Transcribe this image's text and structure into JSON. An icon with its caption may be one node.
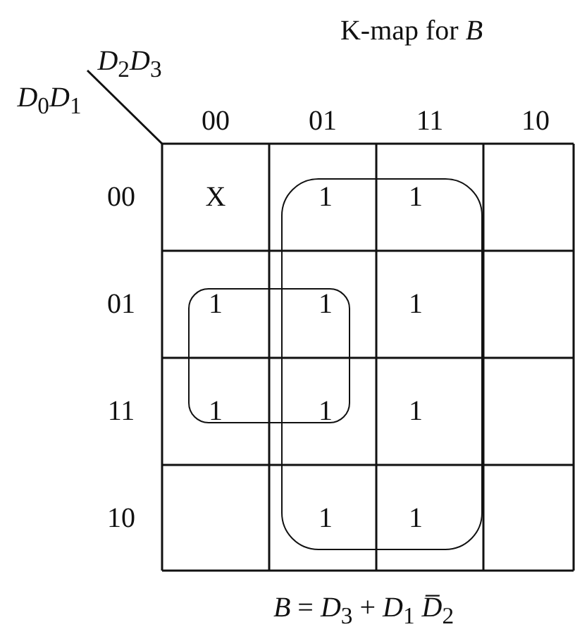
{
  "diagram": {
    "title": "K-map for *B*",
    "caption": "*B* = *D*$_{3}$ + *D*$_{1}$ *D̅*$_{2}$",
    "labels": [
      "*D*$_{2}$*D*$_{3}$",
      "*D*$_{0}$*D*$_{1}$",
      "00",
      "01",
      "11",
      "10",
      "00",
      "X",
      "1",
      "1",
      "01",
      "1",
      "1",
      "1",
      "11",
      "1",
      "1",
      "1",
      "10",
      "1",
      "1"
    ]
  }
}
